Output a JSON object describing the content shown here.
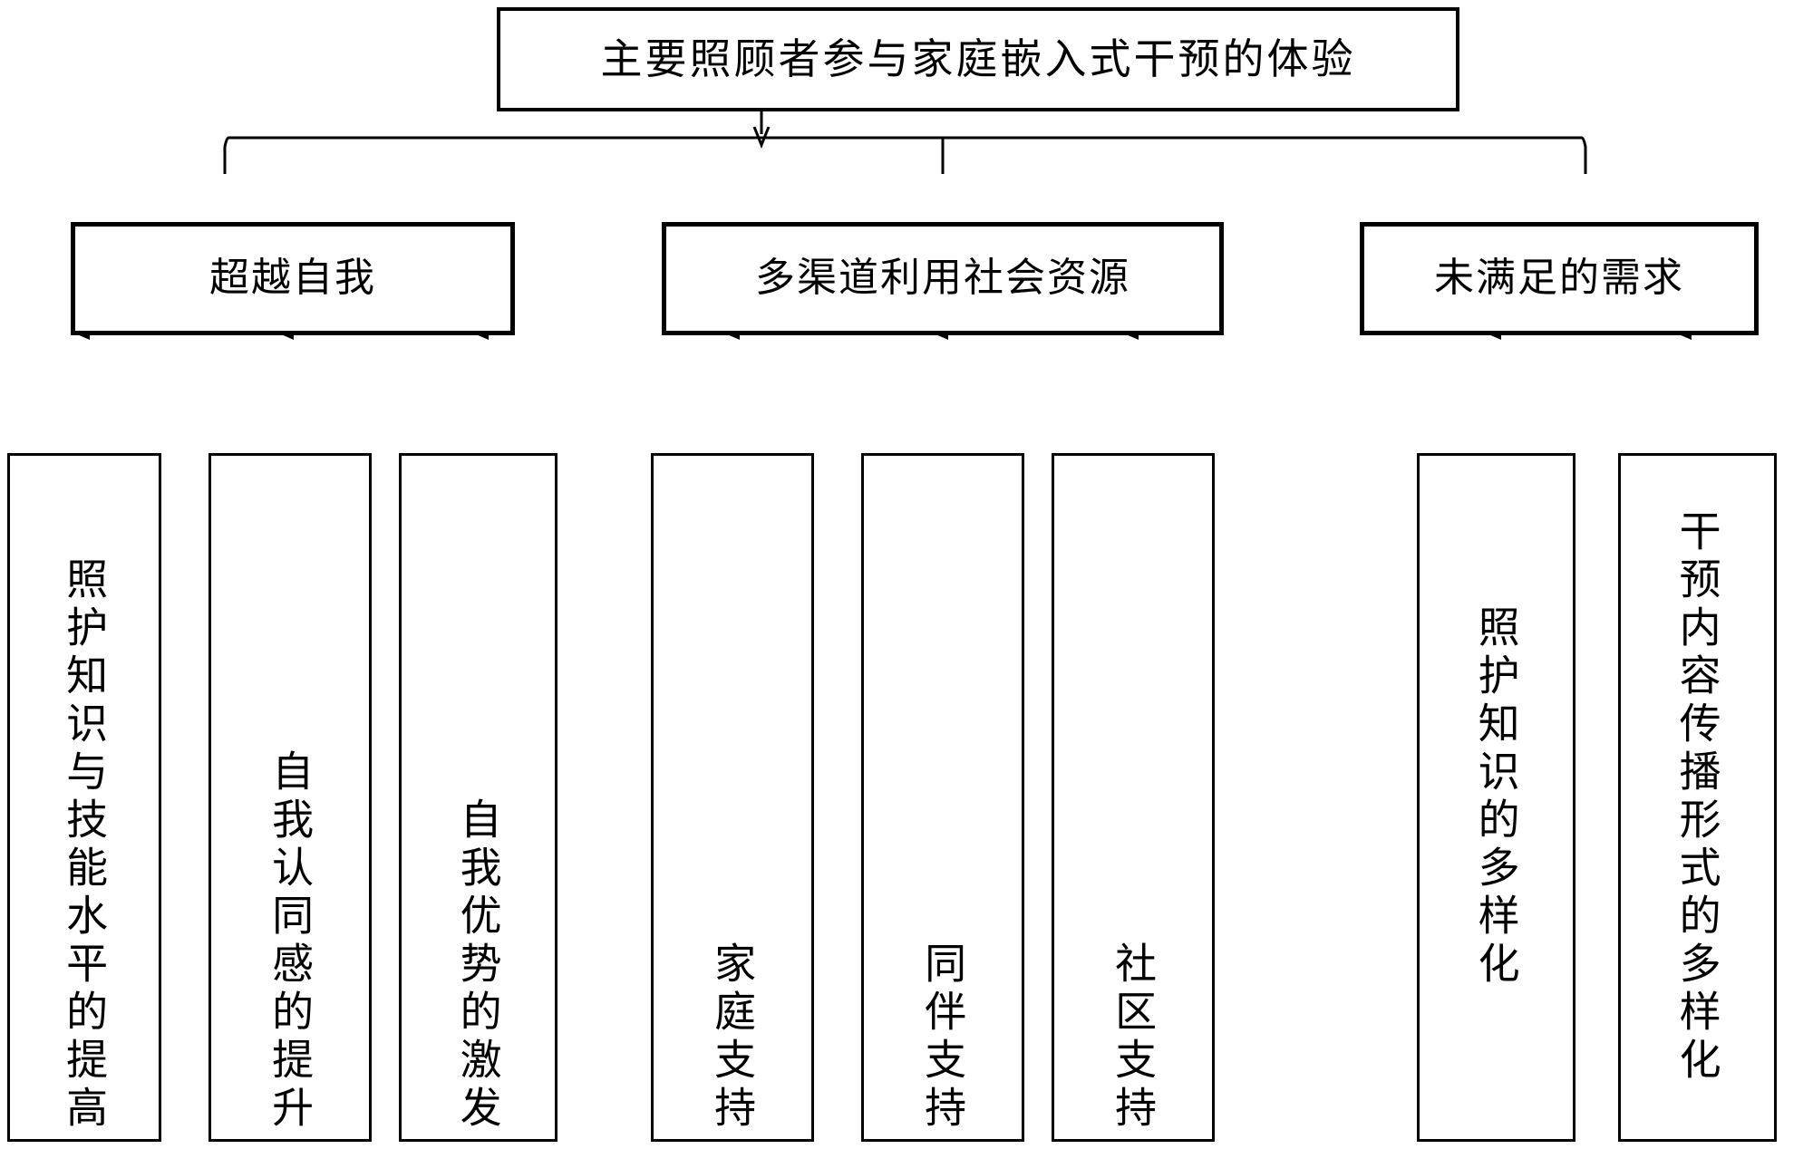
{
  "diagram": {
    "type": "hierarchy-flowchart",
    "orientation": "top-down",
    "root": {
      "label": "主要照顾者参与家庭嵌入式干预的体验"
    },
    "themes": [
      {
        "label": "超越自我",
        "subthemes": [
          {
            "label": "照护知识与技能水平的提高"
          },
          {
            "label": "自我认同感的提升"
          },
          {
            "label": "自我优势的激发"
          }
        ]
      },
      {
        "label": "多渠道利用社会资源",
        "subthemes": [
          {
            "label": "家庭支持"
          },
          {
            "label": "同伴支持"
          },
          {
            "label": "社区支持"
          }
        ]
      },
      {
        "label": "未满足的需求",
        "subthemes": [
          {
            "label": "照护知识的多样化"
          },
          {
            "label": "干预内容传播形式的多样化"
          }
        ]
      }
    ],
    "style": {
      "line_color": "#000000",
      "box_fill": "#ffffff",
      "background": "#ffffff",
      "arrow": "filled-triangle-down"
    }
  }
}
